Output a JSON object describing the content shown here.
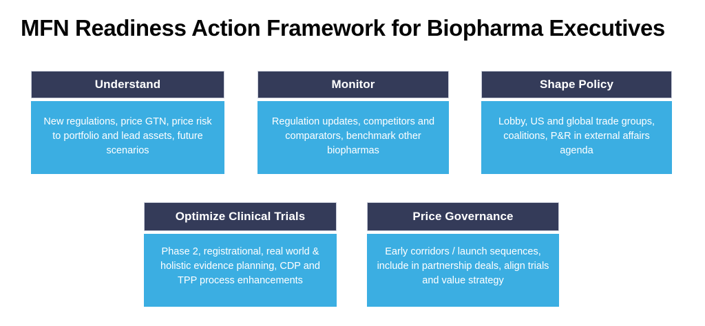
{
  "page": {
    "title": "MFN Readiness Action Framework for Biopharma Executives",
    "background_color": "#ffffff"
  },
  "theme": {
    "header_color": "#343b59",
    "body_color": "#3baee2",
    "header_border_color": "#c9cdda",
    "title_color": "#050505",
    "card_text_color": "#ffffff"
  },
  "framework": {
    "rows": [
      {
        "name": "top-row",
        "cards": [
          {
            "id": "understand",
            "header": "Understand",
            "body": "New regulations, price GTN, price risk to portfolio and lead assets, future scenarios"
          },
          {
            "id": "monitor",
            "header": "Monitor",
            "body": "Regulation updates, competitors and comparators, benchmark other biopharmas"
          },
          {
            "id": "shape-policy",
            "header": "Shape Policy",
            "body": "Lobby, US and global trade groups, coalitions, P&R in external affairs agenda"
          }
        ]
      },
      {
        "name": "bottom-row",
        "cards": [
          {
            "id": "optimize-clinical-trials",
            "header": "Optimize Clinical Trials",
            "body": "Phase 2, registrational, real world & holistic evidence planning, CDP and TPP process enhancements"
          },
          {
            "id": "price-governance",
            "header": "Price Governance",
            "body": "Early corridors / launch sequences, include in partnership deals, align trials and value strategy"
          }
        ]
      }
    ]
  }
}
